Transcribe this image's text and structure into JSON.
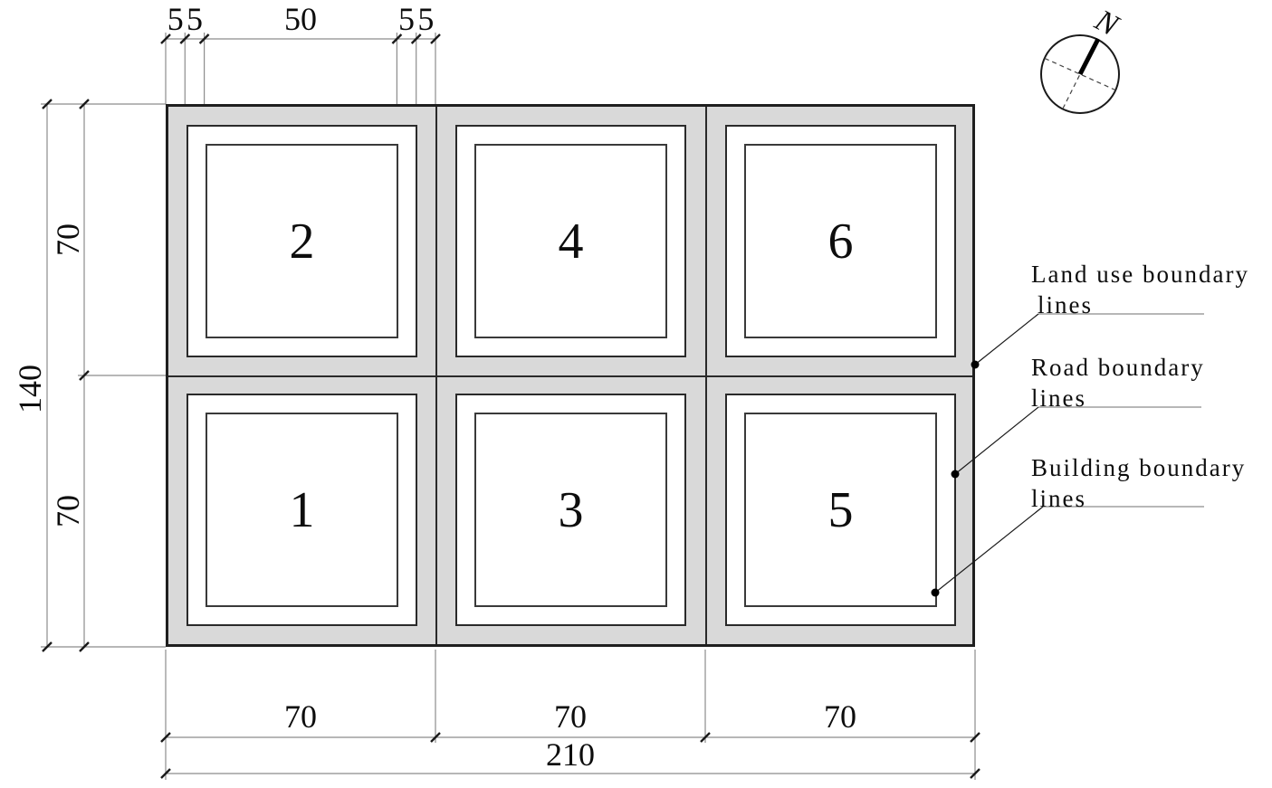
{
  "plots": [
    {
      "label": "2"
    },
    {
      "label": "4"
    },
    {
      "label": "6"
    },
    {
      "label": "1"
    },
    {
      "label": "3"
    },
    {
      "label": "5"
    }
  ],
  "dimensions": {
    "top": [
      "5",
      "5",
      "50",
      "5",
      "5"
    ],
    "left": {
      "upper": "70",
      "lower": "70",
      "total": "140"
    },
    "bottom": {
      "segments": [
        "70",
        "70",
        "70"
      ],
      "total": "210"
    }
  },
  "legend": [
    {
      "line1": "Land use boundary",
      "line2": "lines"
    },
    {
      "line1": "Road boundary",
      "line2": "lines"
    },
    {
      "line1": "Building boundary",
      "line2": "lines"
    }
  ],
  "compass": {
    "north_label": "N"
  },
  "colors": {
    "road_fill": "#d9d9d9",
    "boundary_line": "#1f1f1f",
    "building_line": "#3a3a3a",
    "dimension_line": "#8c8c8c",
    "leader_line": "#1a1a1a"
  }
}
